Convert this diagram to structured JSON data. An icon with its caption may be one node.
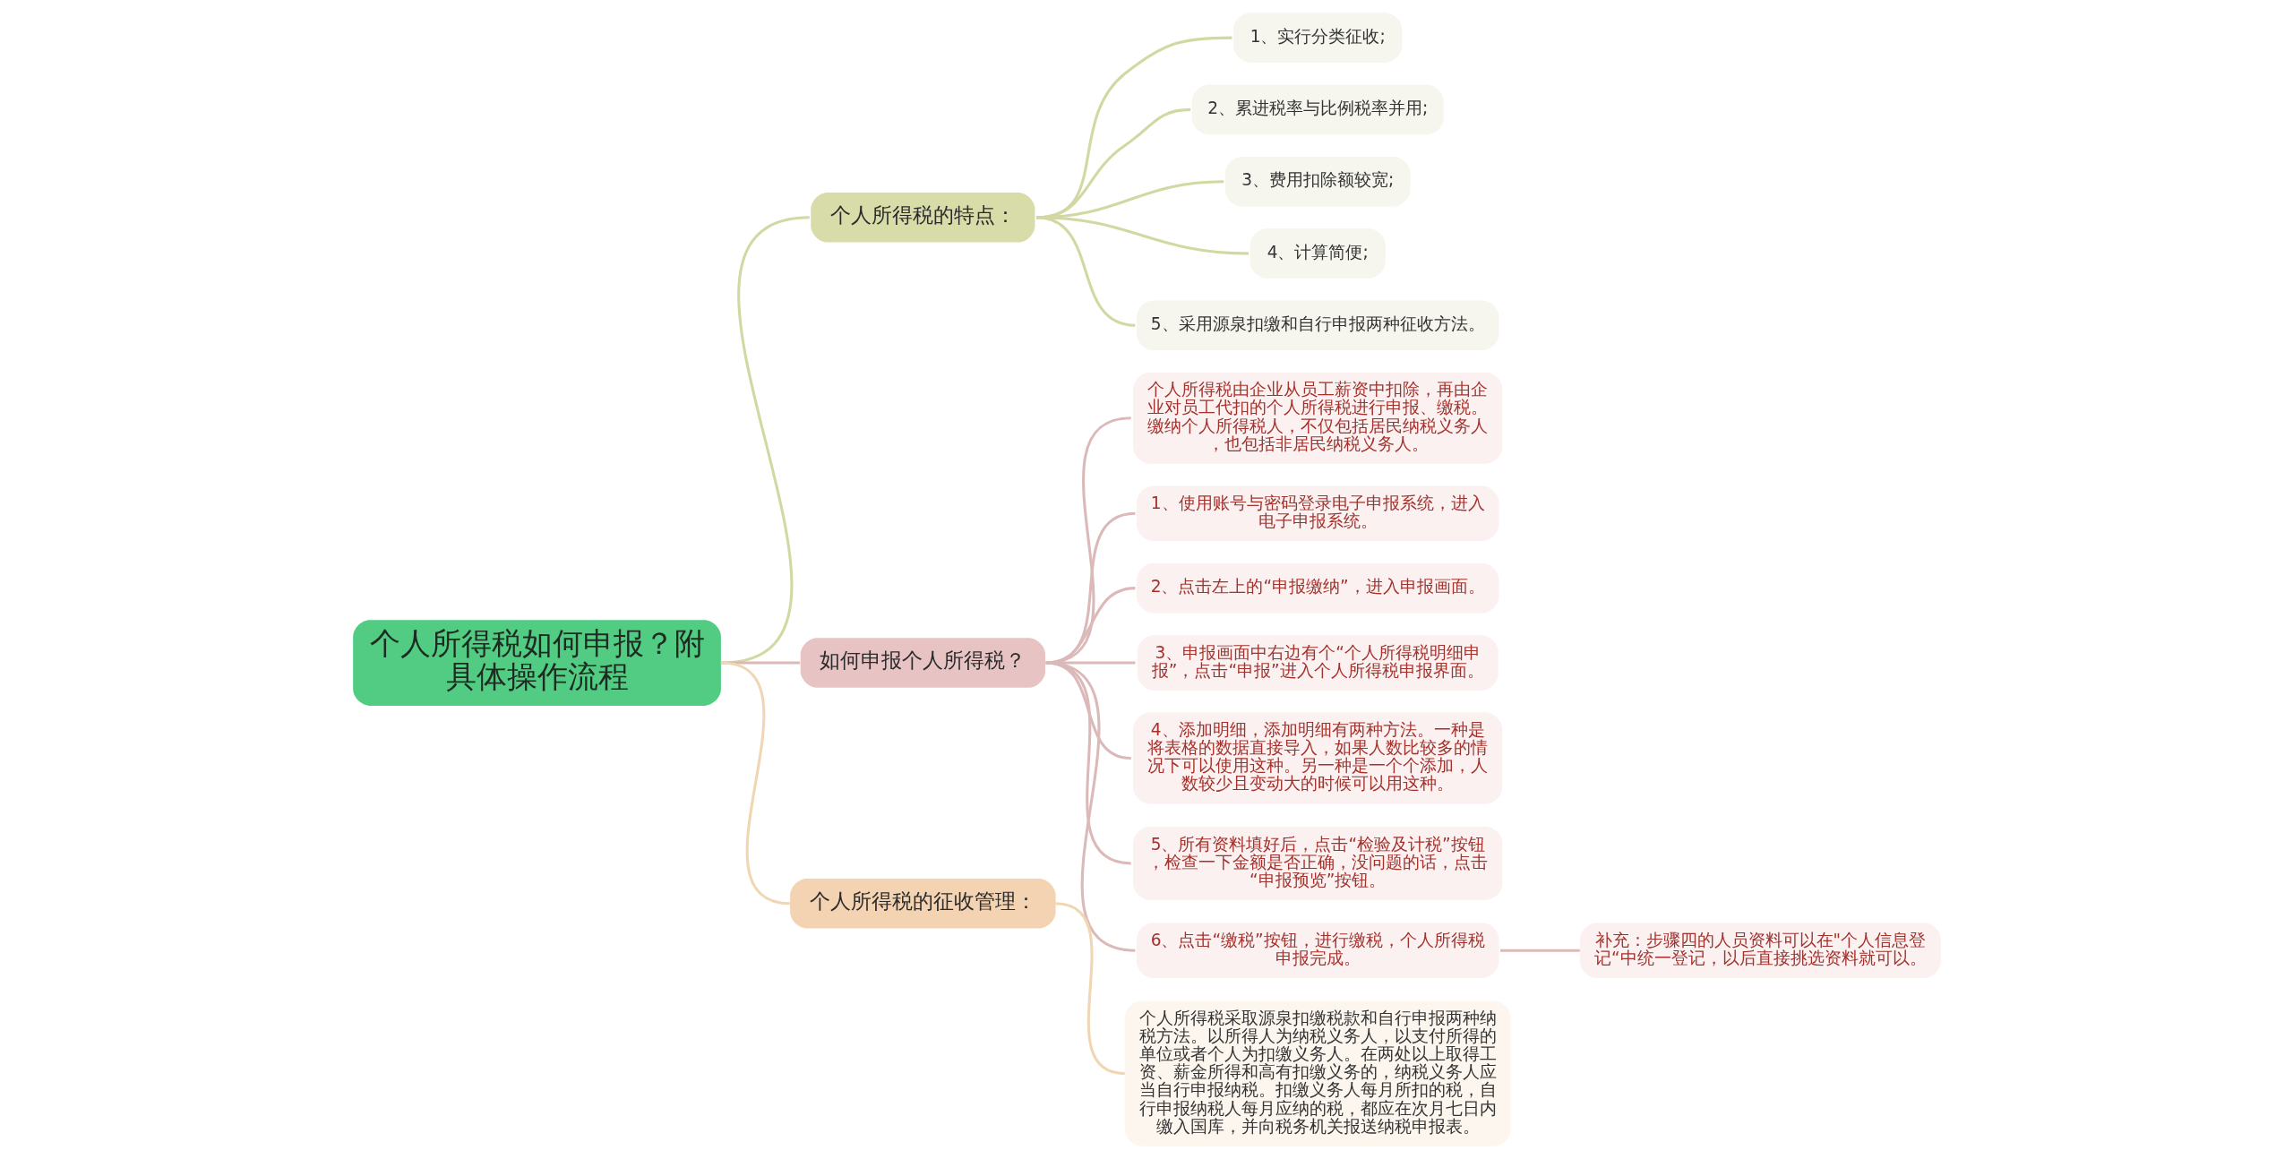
{
  "diagram": {
    "nodes": [
      {
        "text": [
          "个人所得税如何申报？附具体操作流程"
        ]
      },
      {
        "text": [
          "个人所得税的特点："
        ]
      },
      {
        "text": [
          "1、实行分类征收;"
        ]
      },
      {
        "text": [
          "2、累进税率与比例税率并用;"
        ]
      },
      {
        "text": [
          "3、费用扣除额较宽;"
        ]
      },
      {
        "text": [
          "4、计算简便;"
        ]
      },
      {
        "text": [
          "5、采用源泉扣缴和自行申报两种征收方法。"
        ]
      },
      {
        "text": [
          "如何申报个人所得税？"
        ]
      },
      {
        "text": [
          "个人所得税由企业从员工薪资中扣除，再由企业对员工代扣的个人所得税进行申报、缴税。缴纳个人所得税人，不仅包括居民纳税义务人，也包括非居民纳税义务人。"
        ]
      },
      {
        "text": [
          "1、使用账号与密码登录电子申报系统，进入电子申报系统。"
        ]
      },
      {
        "text": [
          "2、点击左上的“申报缴纳”，进入申报画面。"
        ]
      },
      {
        "text": [
          "3、申报画面中右边有个“个人所得税明细申报”，点击“申报”进入个人所得税申报界面。"
        ]
      },
      {
        "text": [
          "4、添加明细，添加明细有两种方法。一种是将表格的数据直接导入，如果人数比较多的情况下可以使用这种。另一种是一个个添加，人数较少且变动大的时候可以用这种。"
        ]
      },
      {
        "text": [
          "5、所有资料填好后，点击“检验及计税”按钮，检查一下金额是否正确，没问题的话，点击“申报预览”按钮。"
        ]
      },
      {
        "text": [
          "6、点击“缴税”按钮，进行缴税，个人所得税申报完成。"
        ]
      },
      {
        "text": [
          "补充：步骤四的人员资料可以在\"个人信息登记“中统一登记，以后直接挑选资料就可以。"
        ]
      },
      {
        "text": [
          "个人所得税的征收管理："
        ]
      },
      {
        "text": [
          "个人所得税采取源泉扣缴税款和自行申报两种纳税方法。以所得人为纳税义务人，以支付所得的单位或者个人为扣缴义务人。在两处以上取得工资、薪金所得和高有扣缴义务的，纳税义务人应当自行申报纳税。扣缴义务人每月所扣的税，自行申报纳税人每月应纳的税，都应在次月七日内缴入国库，并向税务机关报送纳税申报表。"
        ]
      }
    ],
    "edges": [
      {
        "from": 0,
        "to": 1,
        "arrow": "none",
        "color": "#d3d8a2"
      },
      {
        "from": 1,
        "to": 2,
        "arrow": "none",
        "color": "#d3d8a2"
      },
      {
        "from": 1,
        "to": 3,
        "arrow": "none",
        "color": "#d3d8a2"
      },
      {
        "from": 1,
        "to": 4,
        "arrow": "none",
        "color": "#d3d8a2"
      },
      {
        "from": 1,
        "to": 5,
        "arrow": "none",
        "color": "#d3d8a2"
      },
      {
        "from": 1,
        "to": 6,
        "arrow": "none",
        "color": "#d3d8a2"
      },
      {
        "from": 0,
        "to": 7,
        "arrow": "none"
      },
      {
        "from": 7,
        "to": 8,
        "arrow": "none"
      },
      {
        "from": 7,
        "to": 9,
        "arrow": "none"
      },
      {
        "from": 7,
        "to": 10,
        "arrow": "none"
      },
      {
        "from": 7,
        "to": 11,
        "arrow": "none"
      },
      {
        "from": 7,
        "to": 12,
        "arrow": "none"
      },
      {
        "from": 7,
        "to": 13,
        "arrow": "none"
      },
      {
        "from": 7,
        "to": 14,
        "arrow": "none"
      },
      {
        "from": 14,
        "to": 15,
        "arrow": "none"
      },
      {
        "from": 0,
        "to": 16,
        "arrow": "none",
        "color": "#f0d6b3"
      },
      {
        "from": 16,
        "to": 17,
        "arrow": "none",
        "color": "#f0d6b3"
      }
    ]
  }
}
